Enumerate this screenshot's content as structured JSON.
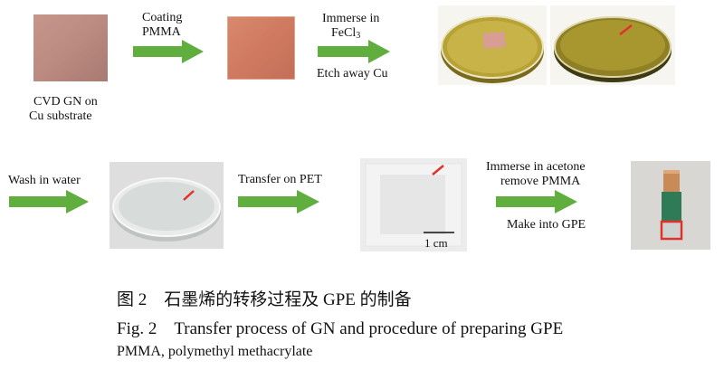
{
  "row1": {
    "step1_label_line1": "CVD GN on",
    "step1_label_line2": "Cu substrate",
    "arrow1_label_line1": "Coating",
    "arrow1_label_line2": "PMMA",
    "arrow2_label_line1": "Immerse in",
    "arrow2_label_line2_base": "FeCl",
    "arrow2_label_line2_sub": "3",
    "arrow2_label_below": "Etch away Cu"
  },
  "row2": {
    "arrow3_label": "Wash in water",
    "arrow4_label": "Transfer on PET",
    "scale_bar_label": "1 cm",
    "arrow5_label_line1": "Immerse in acetone",
    "arrow5_label_line2": "remove PMMA",
    "arrow5_label_below": "Make into GPE"
  },
  "caption": {
    "cn": "图 2　石墨烯的转移过程及 GPE 的制备",
    "en": "Fig. 2　Transfer process of GN and procedure of preparing GPE",
    "abbrev": "PMMA, polymethyl methacrylate"
  },
  "colors": {
    "arrow_green": "#5fae3e",
    "marker_red": "#e0322a",
    "copper": "#c97b63",
    "etchant": "#b9a235",
    "electrode_green": "#2f7a57"
  }
}
